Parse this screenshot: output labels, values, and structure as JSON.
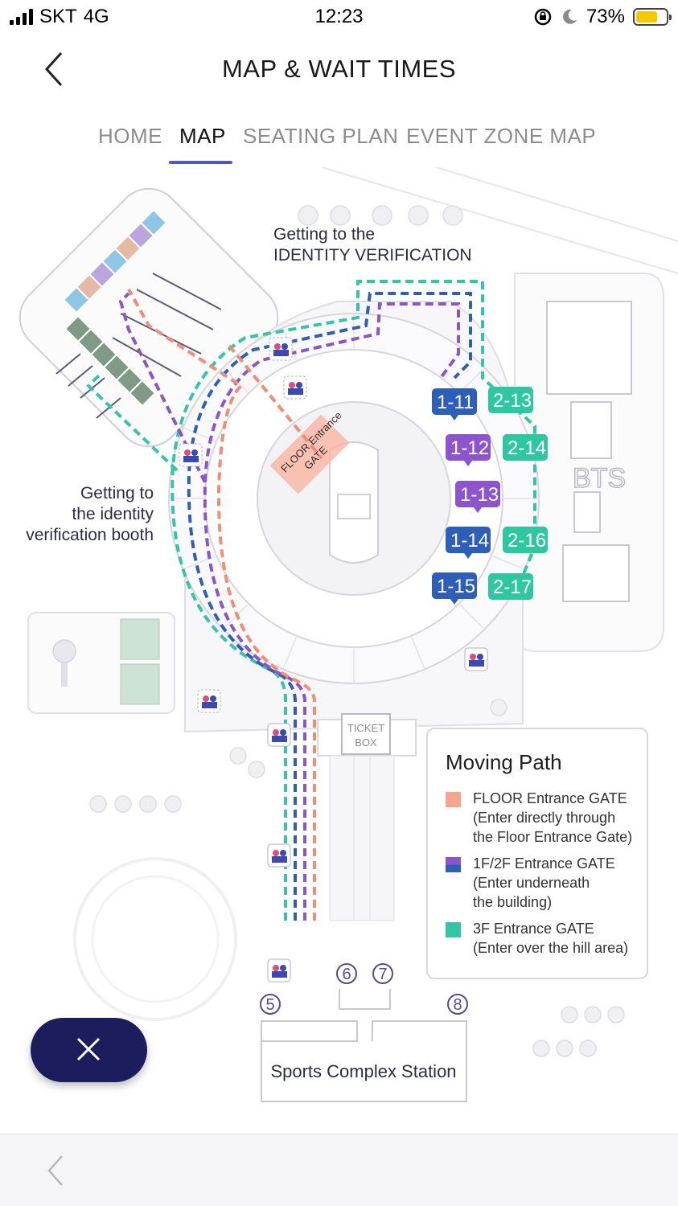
{
  "status_bar": {
    "carrier": "SKT",
    "network": "4G",
    "time": "12:23",
    "battery": "73%",
    "battery_color": "#f6c800"
  },
  "header": {
    "title": "MAP & WAIT TIMES",
    "back_icon": "chevron-left-icon"
  },
  "tabs": [
    {
      "label": "HOME",
      "active": false
    },
    {
      "label": "MAP",
      "active": true
    },
    {
      "label": "SEATING PLAN",
      "active": false
    },
    {
      "label": "EVENT ZONE MAP",
      "active": false
    }
  ],
  "colors": {
    "accent": "#4a5bc9",
    "floor_path": "#f28c74",
    "purple_path": "#8a55c9",
    "blue_path": "#2e5fb8",
    "teal_path": "#33c6a6",
    "gate_blue": "#3a5fc0",
    "gate_purple": "#8b55cf",
    "gate_teal": "#2fc79f",
    "close_button": "#1b1d5c"
  },
  "map": {
    "annotation_top_line1": "Getting to the",
    "annotation_top_line2": "IDENTITY VERIFICATION",
    "annotation_left_line1": "Getting to",
    "annotation_left_line2": "the identity",
    "annotation_left_line3": "verification booth",
    "floor_gate_line1": "FLOOR Entrance",
    "floor_gate_line2": "GATE",
    "gates_left": [
      "1-11",
      "1-12",
      "1-13",
      "1-14",
      "1-15"
    ],
    "gates_right": [
      "2-13",
      "2-14",
      "2-16",
      "2-17"
    ],
    "ticket_box_line1": "TICKET",
    "ticket_box_line2": "BOX",
    "station": "Sports Complex Station",
    "exits": [
      "5",
      "6",
      "7",
      "8"
    ],
    "bts_sign": "BTS"
  },
  "legend": {
    "title": "Moving Path",
    "items": [
      {
        "line1": "FLOOR Entrance GATE",
        "line2": "(Enter directly through",
        "line3": "the Floor Entrance Gate)"
      },
      {
        "line1": "1F/2F Entrance GATE",
        "line2": "(Enter underneath",
        "line3": "the building)"
      },
      {
        "line1": "3F Entrance GATE",
        "line2": "(Enter over the hill area)",
        "line3": ""
      }
    ]
  },
  "close_button_icon": "close-icon",
  "bottom_back_icon": "chevron-left-icon"
}
